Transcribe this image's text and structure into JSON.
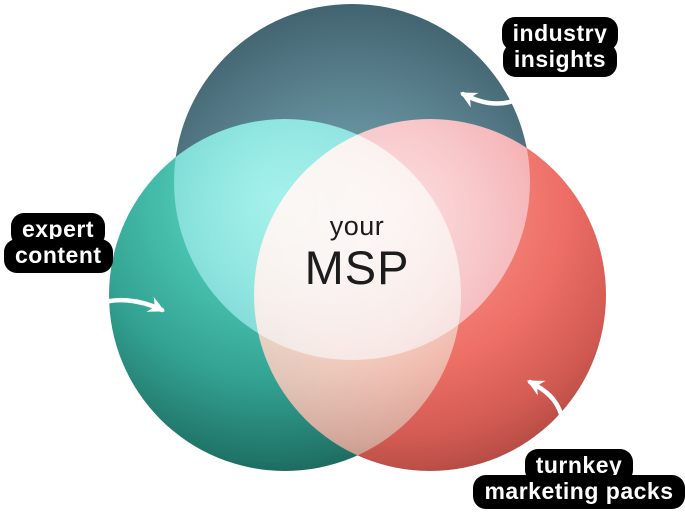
{
  "diagram": {
    "type": "venn",
    "center_label": {
      "line1": "your",
      "line2": "MSP"
    },
    "circles": [
      {
        "name": "industry insights",
        "position": "top",
        "color": "#5d8793"
      },
      {
        "name": "expert content",
        "position": "bottom-left",
        "color": "#36a495"
      },
      {
        "name": "turnkey marketing packs",
        "position": "bottom-right",
        "color": "#ee6f66"
      }
    ],
    "callouts": [
      {
        "id": "industry-insights",
        "lines": [
          "industry",
          "insights"
        ]
      },
      {
        "id": "expert-content",
        "lines": [
          "expert",
          "content"
        ]
      },
      {
        "id": "turnkey-marketing-packs",
        "lines": [
          "turnkey",
          "marketing packs"
        ]
      }
    ],
    "colors": {
      "background": "#ffffff",
      "callout_bg": "#000000",
      "callout_text": "#ffffff",
      "center_text": "#1c1c1c",
      "arrow": "#ffffff",
      "overlap_top_left": "#9fe8db",
      "overlap_top_right": "#f6c5c6",
      "overlap_left_right": "#cfe3da",
      "overlap_center": "#f9f1ea"
    }
  }
}
